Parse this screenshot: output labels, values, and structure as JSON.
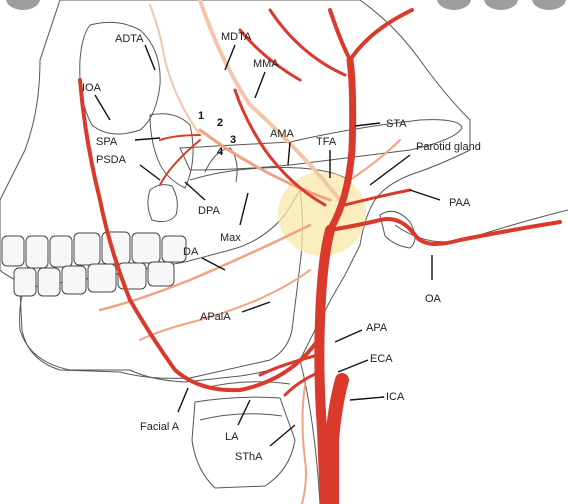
{
  "colors": {
    "artery": "#d93a2b",
    "artery_light": "#f0a283",
    "artery_pale": "#f3c6a9",
    "skull_fill": "#f2f2f2",
    "sinus_fill": "#d9d9d9",
    "parotid_glow": "#f8e7a8",
    "outline": "#555555",
    "label": "#222222"
  },
  "labels": {
    "adta": "ADTA",
    "mdta": "MDTA",
    "mma": "MMA",
    "ioa": "IOA",
    "spa": "SPA",
    "psda": "PSDA",
    "num1": "1",
    "num2": "2",
    "num3": "3",
    "num4": "4",
    "ama": "AMA",
    "tfa": "TFA",
    "sta": "STA",
    "parotid": "Parotid gland",
    "paa": "PAA",
    "dpa": "DPA",
    "max": "Max",
    "da": "DA",
    "oa": "OA",
    "apala": "APalA",
    "apa": "APA",
    "eca": "ECA",
    "ica": "ICA",
    "facial": "Facial A",
    "la": "LA",
    "stha": "SThA"
  },
  "icons": [
    "arrow-pointer",
    "top-control-button"
  ]
}
